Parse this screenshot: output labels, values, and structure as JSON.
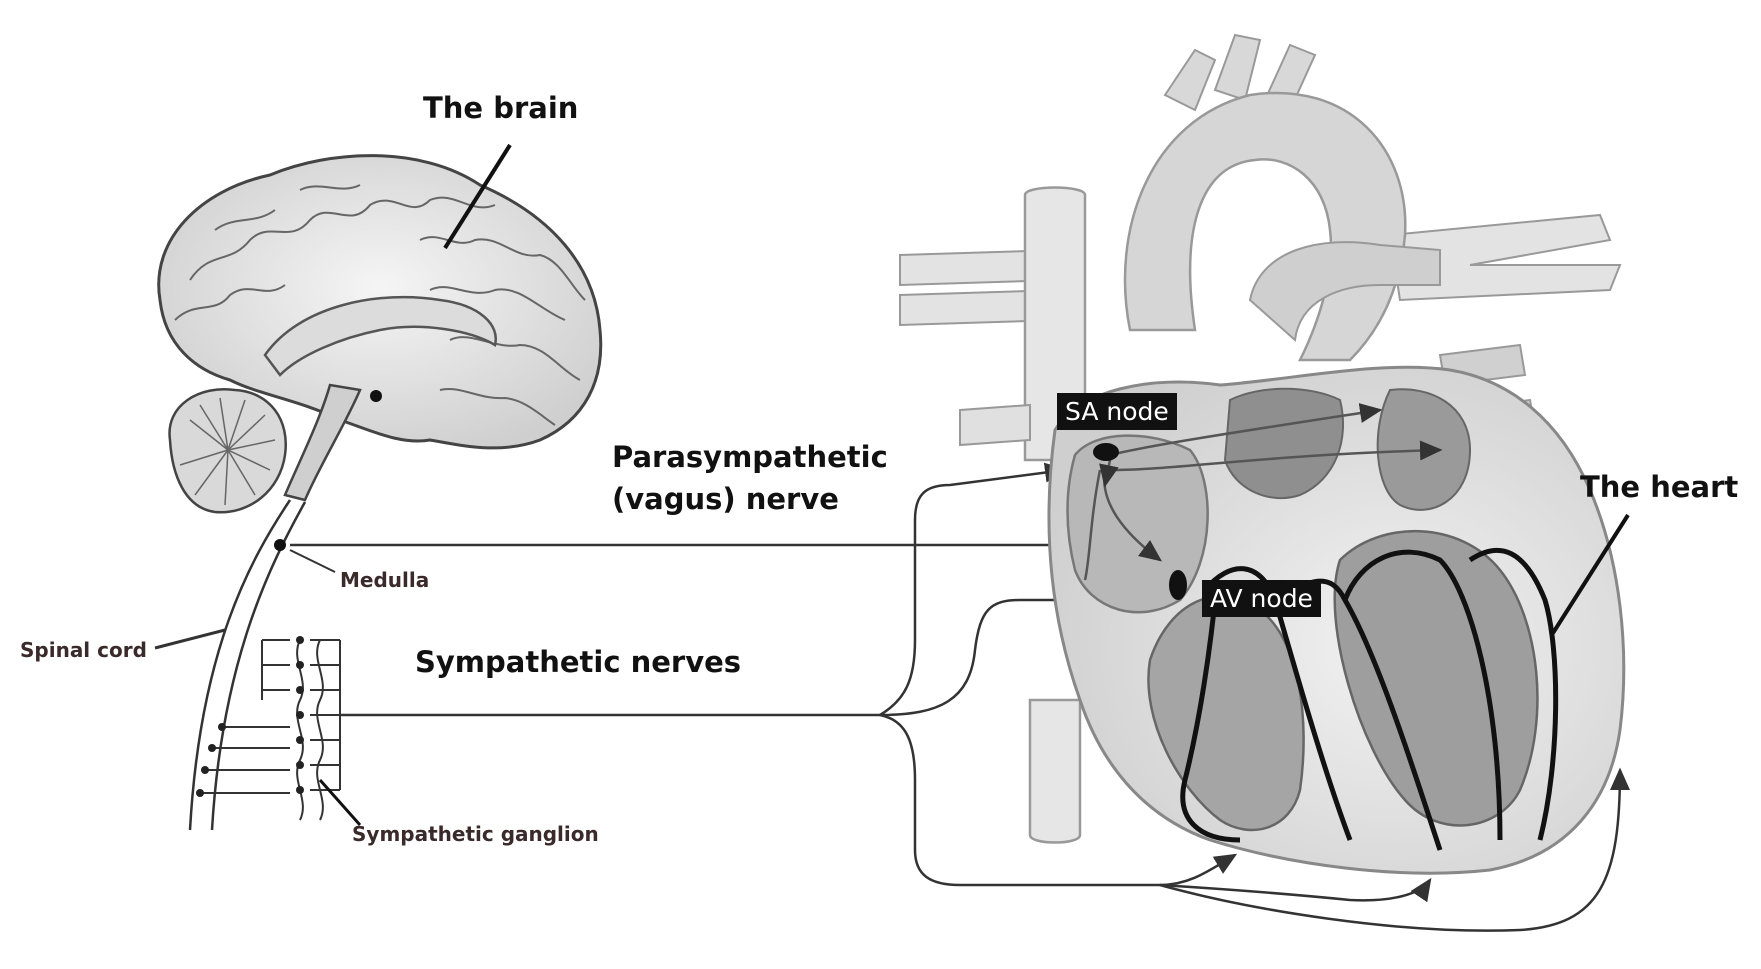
{
  "labels": {
    "brain": "The brain",
    "heart": "The heart",
    "sa_node": "SA node",
    "av_node": "AV node",
    "parasympathetic_line1": "Parasympathetic",
    "parasympathetic_line2": "(vagus) nerve",
    "sympathetic": "Sympathetic nerves",
    "medulla": "Medulla",
    "spinal_cord": "Spinal cord",
    "ganglion": "Sympathetic ganglion"
  },
  "colors": {
    "line": "#333333",
    "tissue_light": "#e6e6e6",
    "tissue_mid": "#bdbdbd",
    "tissue_dark": "#8a8a8a",
    "label_bg": "#111111"
  }
}
